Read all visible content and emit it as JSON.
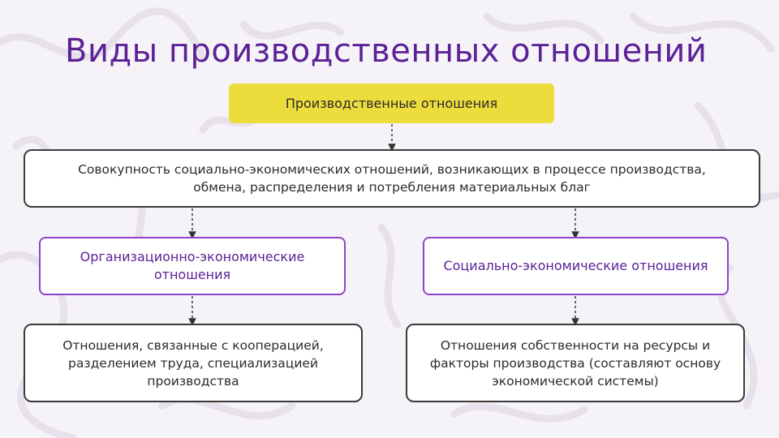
{
  "title": "Виды производственных отношений",
  "root": "Производственные отношения",
  "definition": "Совокупность социально-экономических отношений, возникающих в процессе производства, обмена, распределения и потребления материальных благ",
  "left": {
    "category": "Организационно-экономические отношения",
    "description": "Отношения, связанные с кооперацией, разделением труда, специализацией производства"
  },
  "right": {
    "category": "Социально-экономические отношения",
    "description": "Отношения собственности на ресурсы и факторы производства (составляют основу экономической системы)"
  },
  "colors": {
    "title": "#5b2196",
    "root_fill": "#ecdc3c",
    "category_border": "#8e44c6",
    "box_border": "#3a3a3a"
  }
}
